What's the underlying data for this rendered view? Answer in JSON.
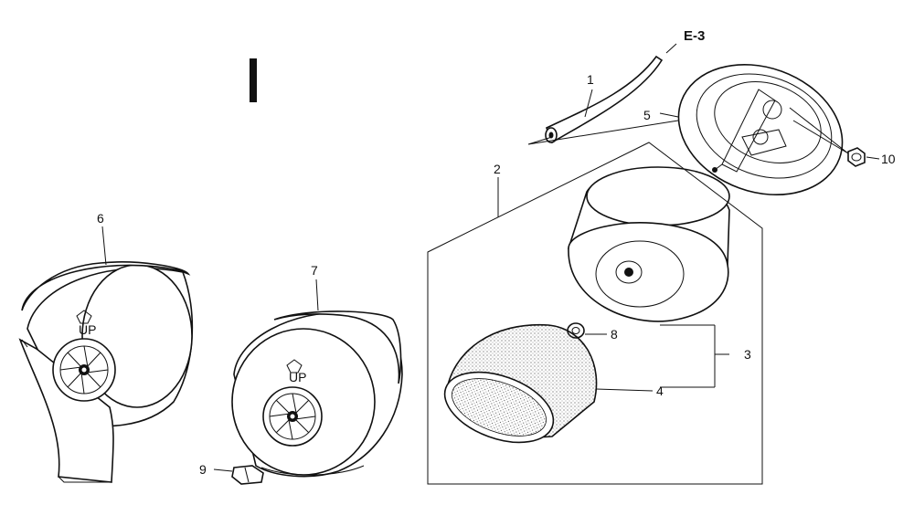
{
  "header": {
    "section_mark": "I",
    "reference": "E-3"
  },
  "callouts": [
    {
      "id": "c1",
      "number": "1"
    },
    {
      "id": "c2",
      "number": "2"
    },
    {
      "id": "c3",
      "number": "3"
    },
    {
      "id": "c4",
      "number": "4"
    },
    {
      "id": "c5",
      "number": "5"
    },
    {
      "id": "c6",
      "number": "6"
    },
    {
      "id": "c7",
      "number": "7"
    },
    {
      "id": "c8",
      "number": "8"
    },
    {
      "id": "c9",
      "number": "9"
    },
    {
      "id": "c10",
      "number": "10"
    }
  ],
  "cover_text": {
    "up_mark_6": "UP",
    "up_mark_7": "UP"
  }
}
